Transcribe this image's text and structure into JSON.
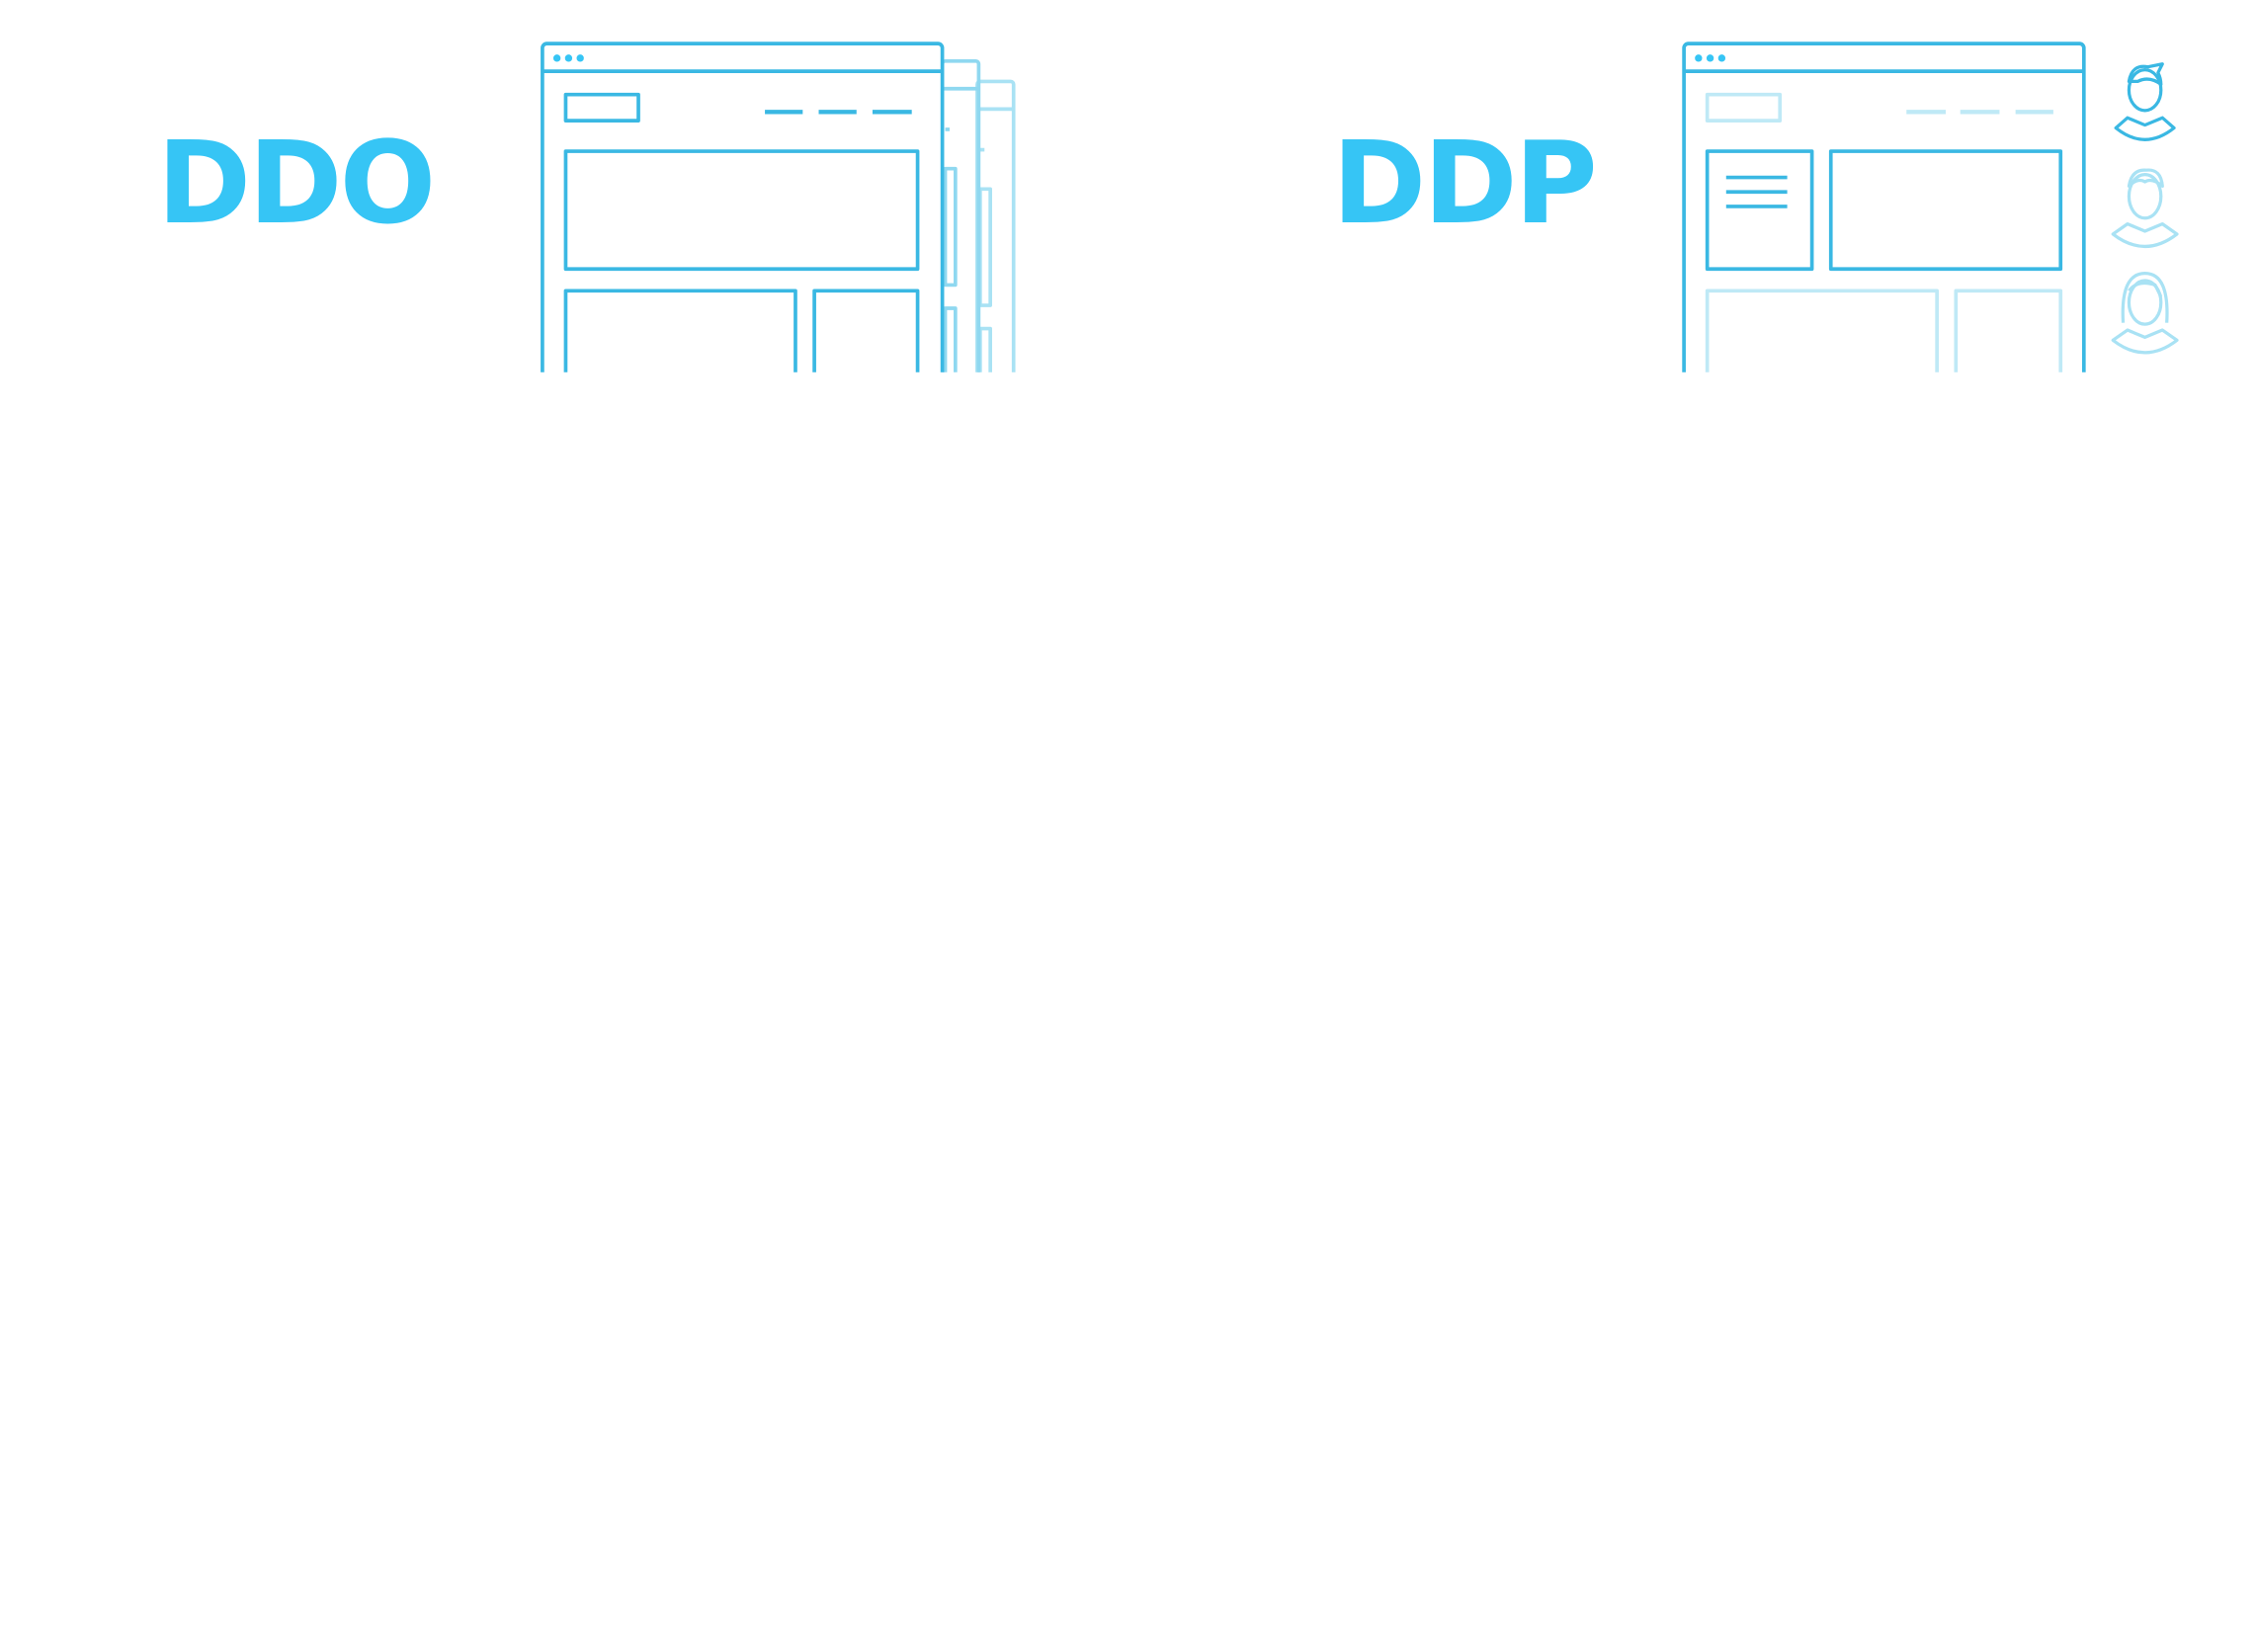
{
  "labels": {
    "left": "DDO",
    "right": "DDP"
  },
  "colors": {
    "accent": "#36c5f5",
    "stroke": "#3ab8e3",
    "faded": "#a9e2f4",
    "background": "#ffffff"
  },
  "icons": {
    "window_dots": "three-dot-window-controls",
    "avatar_male_1": "man-avatar-icon",
    "avatar_male_2": "man-avatar-icon",
    "avatar_female": "woman-avatar-icon"
  }
}
